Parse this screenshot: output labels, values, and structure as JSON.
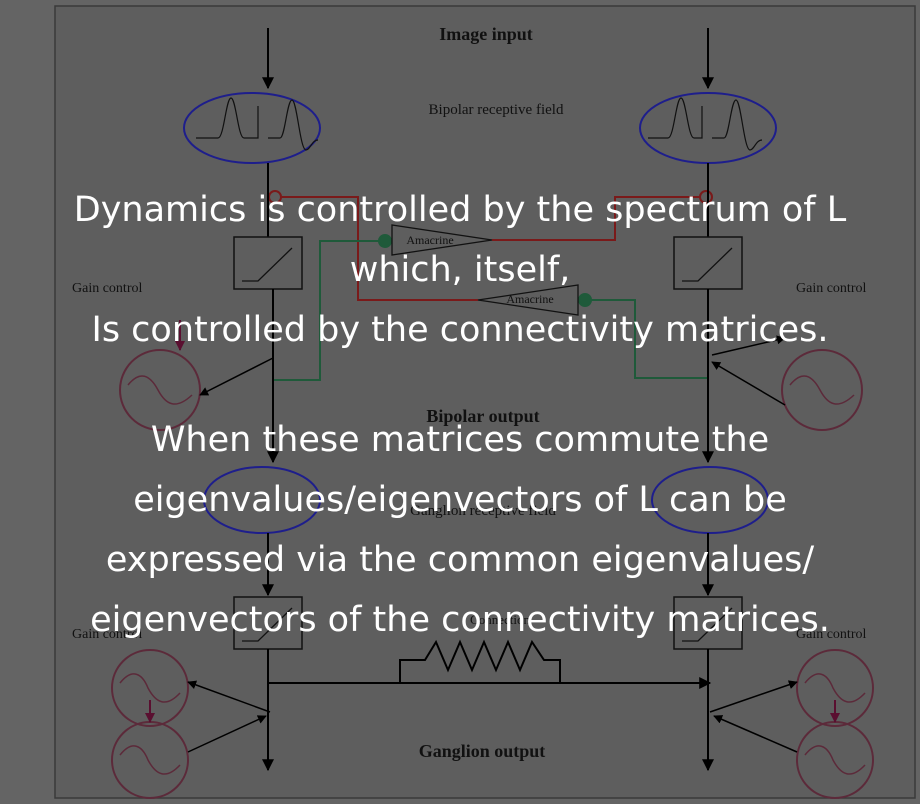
{
  "diagram": {
    "image_input": "Image input",
    "bipolar_receptive_field": "Bipolar receptive field",
    "amacrine_1": "Amacrine",
    "amacrine_2": "Amacrine",
    "gain_control_left_top": "Gain control",
    "gain_control_right_top": "Gain control",
    "bipolar_output": "Bipolar output",
    "ganglion_receptive_field": "Ganglion receptive field",
    "connection": "Connection",
    "gain_control_left_bottom": "Gain control",
    "gain_control_right_bottom": "Gain control",
    "ganglion_output": "Ganglion output",
    "colors": {
      "background": "#646464",
      "panel": "#5e5e5e",
      "ellipse": "#1e1e8c",
      "amacrine_pathway": "#7a1a1a",
      "feedback_pathway": "#1f5a3a",
      "gain_circle": "#5c2a3a",
      "gain_arrow": "#5a0f30"
    }
  },
  "overlay": {
    "line1": "Dynamics is controlled by the spectrum of L",
    "line2": "which, itself,",
    "line3": "Is controlled by the connectivity matrices.",
    "line4": "When these matrices commute the",
    "line5": "eigenvalues/eigenvectors of L can be",
    "line6": "expressed via the common eigenvalues/",
    "line7": "eigenvectors of the connectivity matrices."
  }
}
